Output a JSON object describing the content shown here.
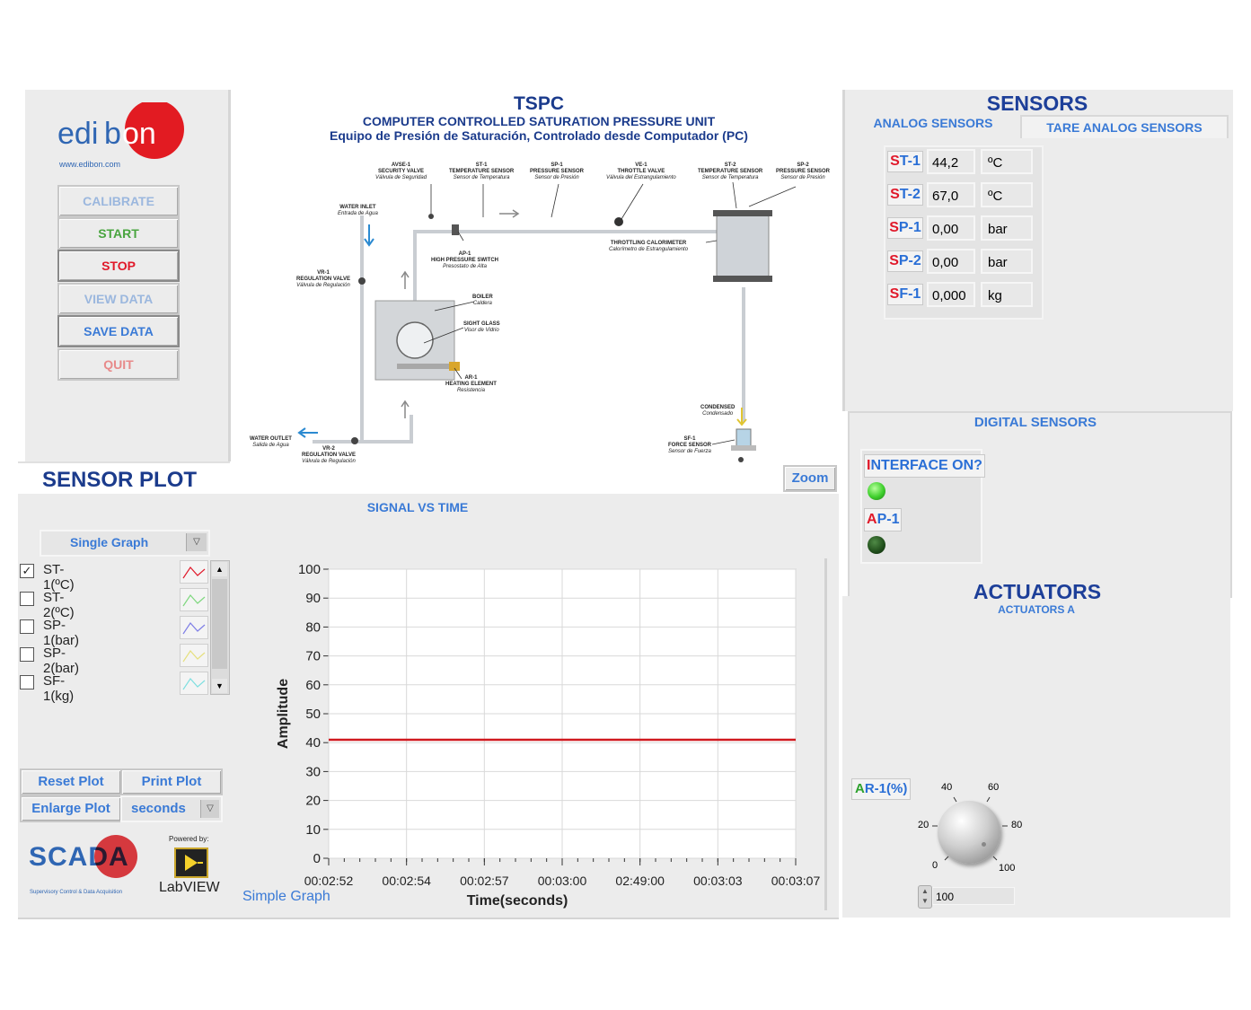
{
  "brand": {
    "name": "edibon",
    "url": "www.edibon.com"
  },
  "buttons": {
    "calibrate": "CALIBRATE",
    "start": "START",
    "stop": "STOP",
    "view_data": "VIEW DATA",
    "save_data": "SAVE DATA",
    "quit": "QUIT"
  },
  "header": {
    "title": "TSPC",
    "subtitle_en": "COMPUTER CONTROLLED SATURATION PRESSURE UNIT",
    "subtitle_es": "Equipo de Presión de Saturación, Controlado desde Computador (PC)"
  },
  "diagram": {
    "avse1": {
      "tag": "AVSE-1",
      "en": "SECURITY VALVE",
      "es": "Válvula de Seguridad"
    },
    "st1": {
      "tag": "ST-1",
      "en": "TEMPERATURE SENSOR",
      "es": "Sensor de Temperatura"
    },
    "sp1": {
      "tag": "SP-1",
      "en": "PRESSURE SENSOR",
      "es": "Sensor de Presión"
    },
    "ve1": {
      "tag": "VE-1",
      "en": "THROTTLE VALVE",
      "es": "Válvula del Estrangulamiento"
    },
    "st2": {
      "tag": "ST-2",
      "en": "TEMPERATURE SENSOR",
      "es": "Sensor de Temperatura"
    },
    "sp2": {
      "tag": "SP-2",
      "en": "PRESSURE SENSOR",
      "es": "Sensor de Presión"
    },
    "water_inlet": {
      "en": "WATER INLET",
      "es": "Entrada de Agua"
    },
    "ap1": {
      "tag": "AP-1",
      "en": "HIGH PRESSURE SWITCH",
      "es": "Presostato de Alta"
    },
    "calorimeter": {
      "en": "THROTTLING CALORIMETER",
      "es": "Calorímetro de Estrangulamiento"
    },
    "vr1": {
      "tag": "VR-1",
      "en": "REGULATION VALVE",
      "es": "Válvula de Regulación"
    },
    "boiler": {
      "en": "BOILER",
      "es": "Caldera"
    },
    "sight_glass": {
      "en": "SIGHT GLASS",
      "es": "Visor de Vidrio"
    },
    "ar1": {
      "tag": "AR-1",
      "en": "HEATING ELEMENT",
      "es": "Resistencia"
    },
    "condensed": {
      "en": "CONDENSED",
      "es": "Condensado"
    },
    "sf1": {
      "tag": "SF-1",
      "en": "FORCE SENSOR",
      "es": "Sensor de Fuerza"
    },
    "water_outlet": {
      "en": "WATER OUTLET",
      "es": "Salida de Agua"
    },
    "vr2": {
      "tag": "VR-2",
      "en": "REGULATION VALVE",
      "es": "Válvula de Regulación"
    }
  },
  "zoom_label": "Zoom",
  "sensors": {
    "title": "SENSORS",
    "tabs": [
      "ANALOG SENSORS",
      "TARE ANALOG SENSORS"
    ],
    "analog": [
      {
        "p1": "S",
        "p2": "T-1",
        "value": "44,2",
        "unit": "ºC"
      },
      {
        "p1": "S",
        "p2": "T-2",
        "value": "67,0",
        "unit": "ºC"
      },
      {
        "p1": "S",
        "p2": "P-1",
        "value": "0,00",
        "unit": "bar"
      },
      {
        "p1": "S",
        "p2": "P-2",
        "value": "0,00",
        "unit": "bar"
      },
      {
        "p1": "S",
        "p2": "F-1",
        "value": "0,000",
        "unit": "kg"
      }
    ],
    "digital_title": "DIGITAL SENSORS",
    "interface_p1": "I",
    "interface_p2": "NTERFACE ON?",
    "ap1_p1": "A",
    "ap1_p2": "P-1",
    "interface_led": "#3ecf2c",
    "ap1_led": "#1f4d1a"
  },
  "actuators": {
    "title": "ACTUATORS",
    "subtitle": "ACTUATORS A",
    "ar1_p1": "A",
    "ar1_p2": "R-1(%)",
    "knob_labels": [
      "0",
      "20",
      "40",
      "60",
      "80",
      "100"
    ],
    "value": "100"
  },
  "sensor_plot": {
    "title": "SENSOR PLOT",
    "graph_title": "SIGNAL VS TIME",
    "mode": "Single Graph",
    "channels": [
      {
        "label": "ST-1(ºC)",
        "checked": true,
        "color": "#e0192a"
      },
      {
        "label": "ST-2(ºC)",
        "checked": false,
        "color": "#7fd87f"
      },
      {
        "label": "SP-1(bar)",
        "checked": false,
        "color": "#7f7fe6"
      },
      {
        "label": "SP-2(bar)",
        "checked": false,
        "color": "#e6e07f"
      },
      {
        "label": "SF-1(kg)",
        "checked": false,
        "color": "#7fdfe0"
      }
    ],
    "reset_plot": "Reset Plot",
    "print_plot": "Print Plot",
    "enlarge_plot": "Enlarge Plot",
    "time_unit": "seconds",
    "graph_name": "Simple Graph",
    "scada": "SCADA",
    "scada_sub": "Supervisory Control & Data Acquisition",
    "powered_by": "Powered by:",
    "labview": "LabVIEW"
  },
  "chart_data": {
    "type": "line",
    "xlabel": "Time(seconds)",
    "ylabel": "Amplitude",
    "ylim": [
      0,
      100
    ],
    "yticks": [
      0,
      10,
      20,
      30,
      40,
      50,
      60,
      70,
      80,
      90,
      100
    ],
    "xticks": [
      "00:02:52",
      "00:02:54",
      "00:02:57",
      "00:03:00",
      "02:49:00",
      "00:03:03",
      "00:03:07"
    ],
    "grid": true,
    "series": [
      {
        "name": "ST-1(ºC)",
        "color": "#d0191f",
        "x": [
          "00:02:52",
          "00:03:07"
        ],
        "y": [
          41,
          41
        ]
      }
    ]
  }
}
